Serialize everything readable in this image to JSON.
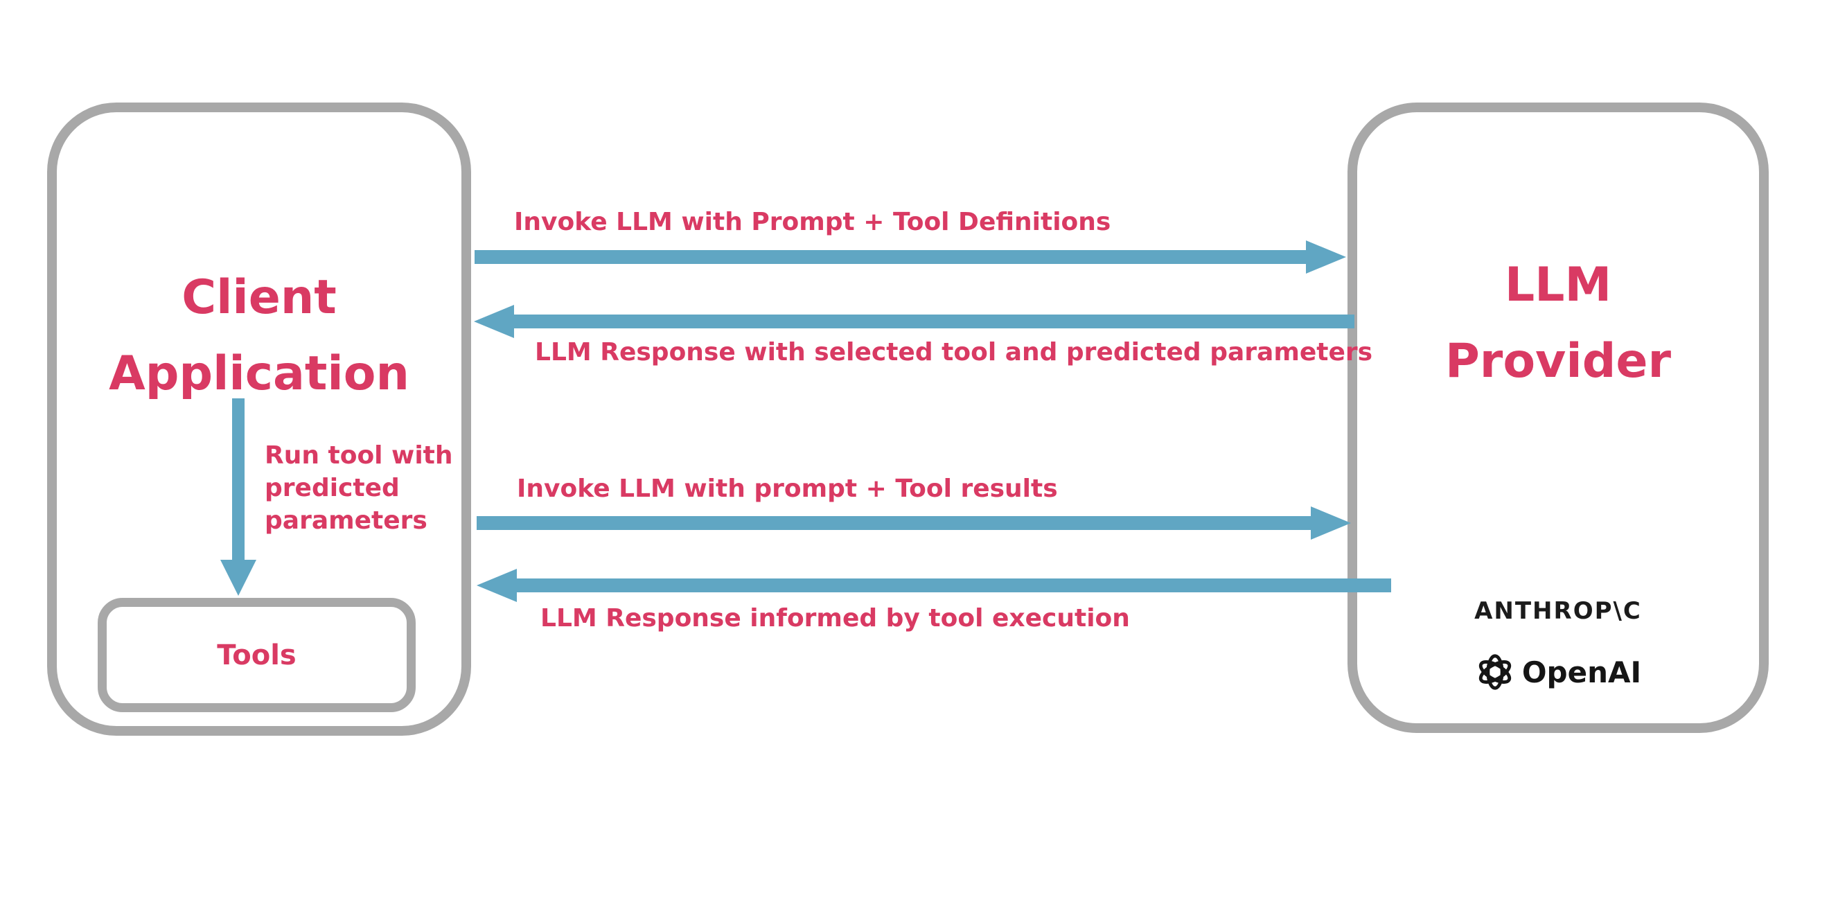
{
  "diagram": {
    "type": "sequence-flow",
    "background": "#ffffff"
  },
  "colors": {
    "accent_pink": "#d93a63",
    "arrow_blue": "#60a6c3",
    "box_border_gray": "#a8a8a8",
    "logo_dark": "#1b1b1b"
  },
  "client_box": {
    "title_line1": "Client",
    "title_line2": "Application",
    "tools_label": "Tools",
    "run_tool_label_lines": [
      "Run tool with",
      "predicted",
      "parameters"
    ]
  },
  "provider_box": {
    "title_line1": "LLM",
    "title_line2": "Provider",
    "anthropic_wordmark": "ANTHROP\\C",
    "openai_wordmark": "OpenAI"
  },
  "flows": [
    {
      "direction": "right",
      "label": "Invoke LLM with Prompt + Tool Definitions"
    },
    {
      "direction": "left",
      "label": "LLM Response with selected tool and predicted parameters"
    },
    {
      "direction": "right",
      "label": "Invoke LLM with prompt + Tool results"
    },
    {
      "direction": "left",
      "label": "LLM Response informed by tool execution"
    }
  ]
}
